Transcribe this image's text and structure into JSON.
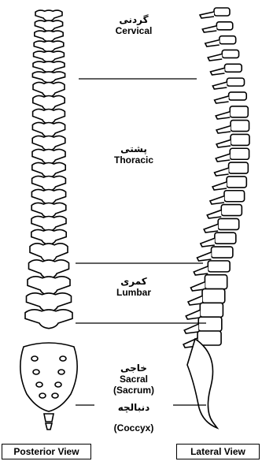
{
  "regions": [
    {
      "id": "cervical",
      "fa": "گردنی",
      "en": "Cervical"
    },
    {
      "id": "thoracic",
      "fa": "پشتی",
      "en": "Thoracic"
    },
    {
      "id": "lumbar",
      "fa": "کمری",
      "en": "Lumbar"
    },
    {
      "id": "sacral",
      "fa": "خاجی",
      "en": "Sacral",
      "en2": "(Sacrum)"
    },
    {
      "id": "coccyx",
      "fa": "دنبالچه",
      "en": "(Coccyx)"
    }
  ],
  "views": {
    "posterior": "Posterior View",
    "lateral": "Lateral View"
  },
  "colors": {
    "ink": "#000000",
    "background": "#ffffff"
  }
}
